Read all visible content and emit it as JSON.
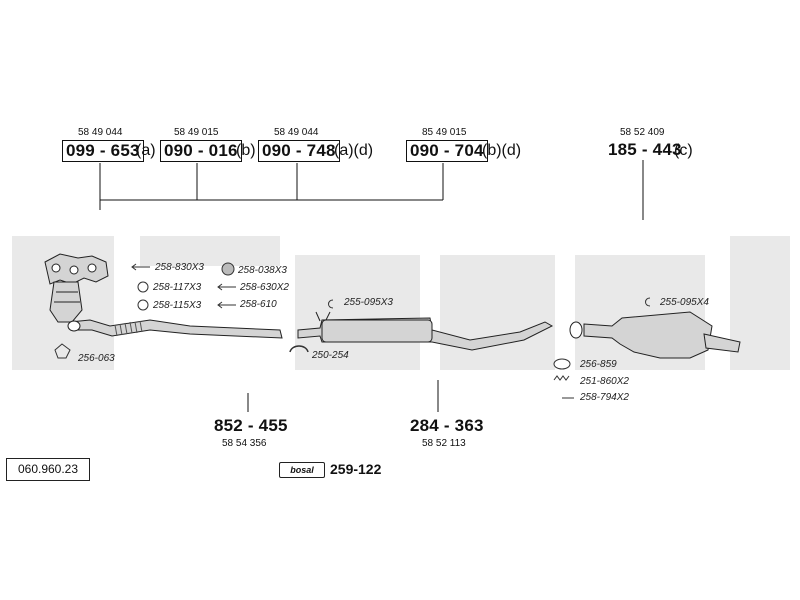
{
  "top_parts": [
    {
      "oe": "58 49 044",
      "code": "099 - 653",
      "suffix": "(a)"
    },
    {
      "oe": "58 49 015",
      "code": "090 - 016",
      "suffix": "(b)"
    },
    {
      "oe": "58 49 044",
      "code": "090 - 748",
      "suffix": "(a)(d)"
    },
    {
      "oe": "85 49 015",
      "code": "090 - 704",
      "suffix": "(b)(d)"
    }
  ],
  "rear_part": {
    "oe": "58 52 409",
    "code": "185 - 443",
    "suffix": "(c)"
  },
  "small_parts": {
    "p1": "258-830X3",
    "p2": "258-038X3",
    "p3": "258-117X3",
    "p4": "258-630X2",
    "p5": "258-115X3",
    "p6": "258-610",
    "p7": "256-063",
    "p8": "250-254",
    "p9": "255-095X3",
    "p10": "255-095X4",
    "p11": "256-859",
    "p12": "251-860X2",
    "p13": "258-794X2"
  },
  "bottom_parts": [
    {
      "code": "852 - 455",
      "oe": "58 54 356"
    },
    {
      "code": "284 - 363",
      "oe": "58 52 113"
    }
  ],
  "kit": {
    "logo": "bosal",
    "code": "259-122"
  },
  "catalog_number": "060.960.23",
  "colors": {
    "line": "#111111",
    "watermark": "#e9e9e9",
    "part_fill": "#d4d4d4"
  }
}
